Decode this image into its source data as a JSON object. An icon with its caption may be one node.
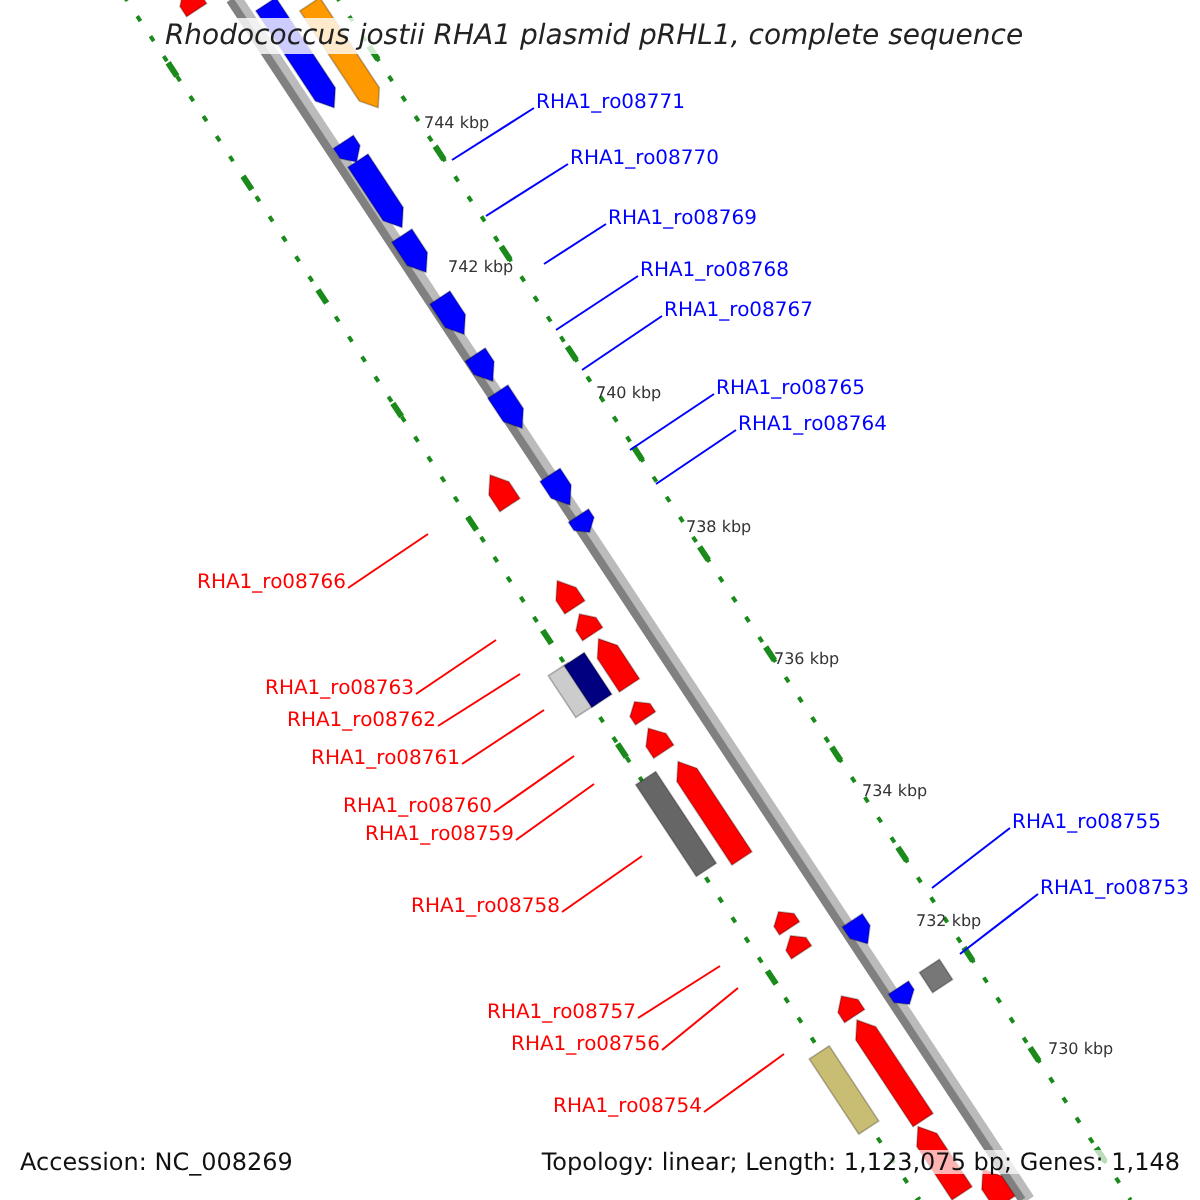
{
  "diagram": {
    "title": "Rhodococcus jostii RHA1 plasmid pRHL1, complete sequence",
    "nodes": [
      {
        "text": [
          "RHA1_ro08771"
        ]
      },
      {
        "text": [
          "RHA1_ro08770"
        ]
      },
      {
        "text": [
          "RHA1_ro08769"
        ]
      },
      {
        "text": [
          "RHA1_ro08768"
        ]
      },
      {
        "text": [
          "RHA1_ro08767"
        ]
      },
      {
        "text": [
          "RHA1_ro08765"
        ]
      },
      {
        "text": [
          "RHA1_ro08764"
        ]
      },
      {
        "text": [
          "RHA1_ro08766"
        ]
      },
      {
        "text": [
          "RHA1_ro08763"
        ]
      },
      {
        "text": [
          "RHA1_ro08762"
        ]
      },
      {
        "text": [
          "RHA1_ro08761"
        ]
      },
      {
        "text": [
          "RHA1_ro08760"
        ]
      },
      {
        "text": [
          "RHA1_ro08755"
        ]
      },
      {
        "text": [
          "RHA1_ro08759"
        ]
      },
      {
        "text": [
          "RHA1_ro08753"
        ]
      },
      {
        "text": [
          "RHA1_ro08758"
        ]
      },
      {
        "text": [
          "RHA1_ro08757"
        ]
      },
      {
        "text": [
          "RHA1_ro08756"
        ]
      },
      {
        "text": [
          "RHA1_ro08754"
        ]
      }
    ],
    "edges": [
      {
        "from": 0,
        "to": null,
        "arrow": "none",
        "color": "#0000ff"
      },
      {
        "from": 1,
        "to": null,
        "arrow": "none",
        "color": "#0000ff"
      },
      {
        "from": 2,
        "to": null,
        "arrow": "none",
        "color": "#0000ff"
      },
      {
        "from": 3,
        "to": null,
        "arrow": "none",
        "color": "#0000ff"
      },
      {
        "from": 4,
        "to": null,
        "arrow": "none",
        "color": "#0000ff"
      },
      {
        "from": 5,
        "to": null,
        "arrow": "none",
        "color": "#0000ff"
      },
      {
        "from": 6,
        "to": null,
        "arrow": "none",
        "color": "#0000ff"
      },
      {
        "from": 7,
        "to": null,
        "arrow": "none"
      },
      {
        "from": 8,
        "to": null,
        "arrow": "none"
      },
      {
        "from": 9,
        "to": null,
        "arrow": "none"
      },
      {
        "from": 10,
        "to": null,
        "arrow": "none"
      },
      {
        "from": 11,
        "to": null,
        "arrow": "none"
      },
      {
        "from": 12,
        "to": null,
        "arrow": "none",
        "color": "#0000ff"
      },
      {
        "from": 13,
        "to": null,
        "arrow": "none"
      },
      {
        "from": 14,
        "to": null,
        "arrow": "none",
        "color": "#0000ff"
      },
      {
        "from": 15,
        "to": null,
        "arrow": "none"
      },
      {
        "from": 16,
        "to": null,
        "arrow": "none"
      },
      {
        "from": 17,
        "to": null,
        "arrow": "none"
      },
      {
        "from": 18,
        "to": null,
        "arrow": "none"
      }
    ],
    "labels": [
      "744 kbp",
      "742 kbp",
      "740 kbp",
      "738 kbp",
      "736 kbp",
      "734 kbp",
      "732 kbp",
      "730 kbp",
      "Accession: NC_008269",
      "Topology: linear; Length: 1,123,075 bp; Genes: 1,148"
    ]
  }
}
